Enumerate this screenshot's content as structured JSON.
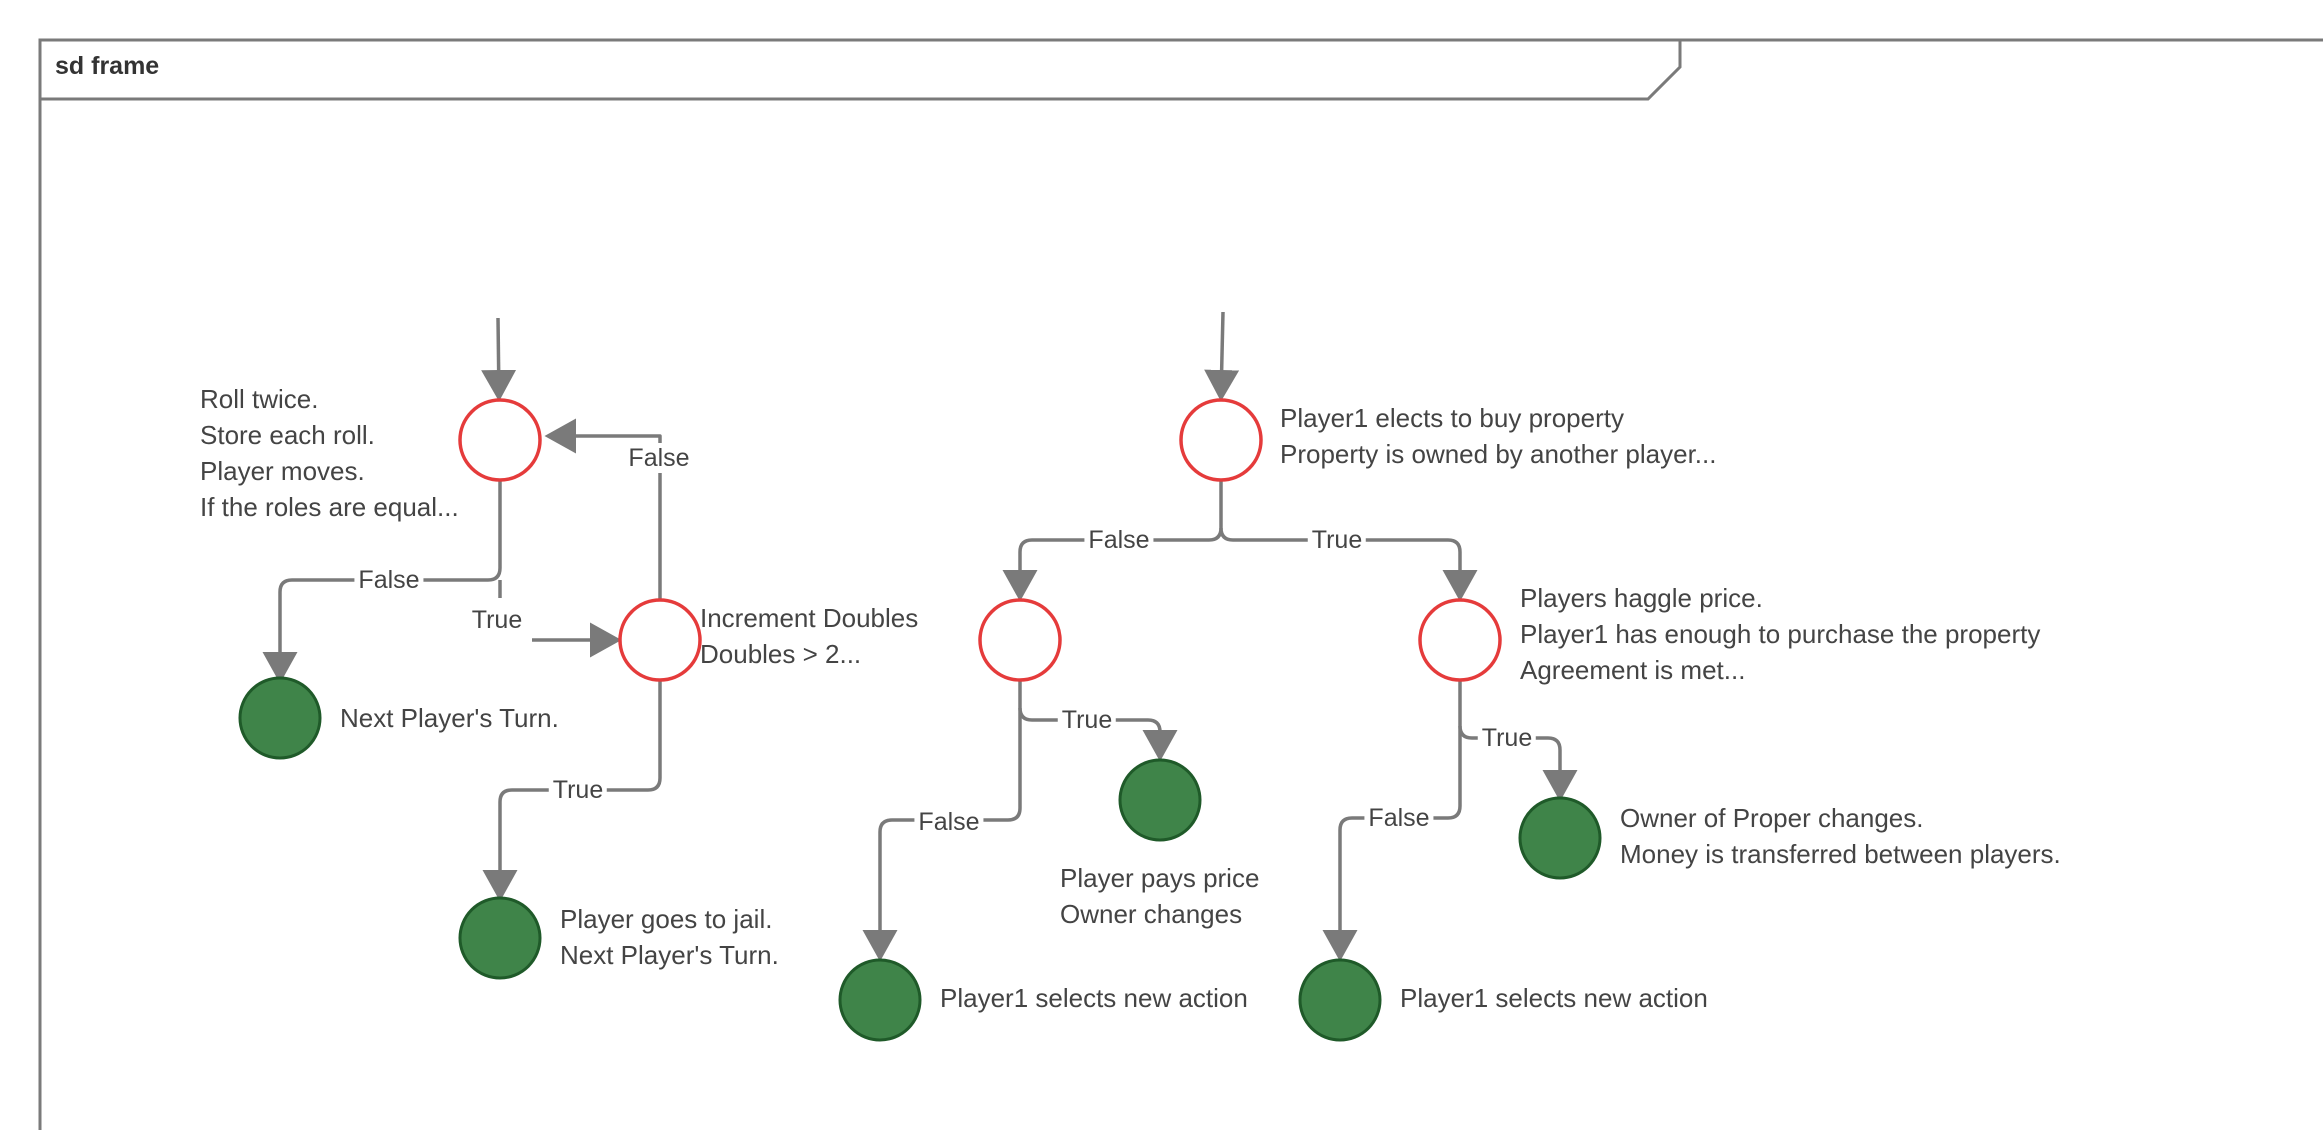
{
  "frame": {
    "title": "sd frame"
  },
  "colors": {
    "decision_stroke": "#e53b3b",
    "terminal_fill": "#3f8449",
    "terminal_stroke": "#1f5a29",
    "line": "#7a7a7a",
    "text": "#444444"
  },
  "notes": {
    "roll": [
      "Roll twice.",
      "Store each roll.",
      "Player moves.",
      "If the roles are equal..."
    ],
    "increment": [
      "Increment Doubles",
      "Doubles > 2..."
    ],
    "next_turn": [
      "Next Player's Turn."
    ],
    "jail": [
      "Player goes to jail.",
      "Next Player's Turn."
    ],
    "buy": [
      "Player1 elects to buy property",
      "Property is owned by another player..."
    ],
    "haggle": [
      "Players haggle price.",
      "Player1 has enough to purchase the property",
      "Agreement is met..."
    ],
    "pays": [
      "Player pays price",
      "Owner changes"
    ],
    "owner_changes": [
      "Owner of Proper changes.",
      "Money is transferred between players."
    ],
    "new_action_1": [
      "Player1 selects new action"
    ],
    "new_action_2": [
      "Player1 selects new action"
    ]
  },
  "edge_labels": {
    "roll_false": "False",
    "roll_true": "True",
    "doubles_false": "False",
    "doubles_true": "True",
    "buy_false": "False",
    "buy_true": "True",
    "left_true": "True",
    "left_false": "False",
    "haggle_true": "True",
    "haggle_false": "False"
  }
}
